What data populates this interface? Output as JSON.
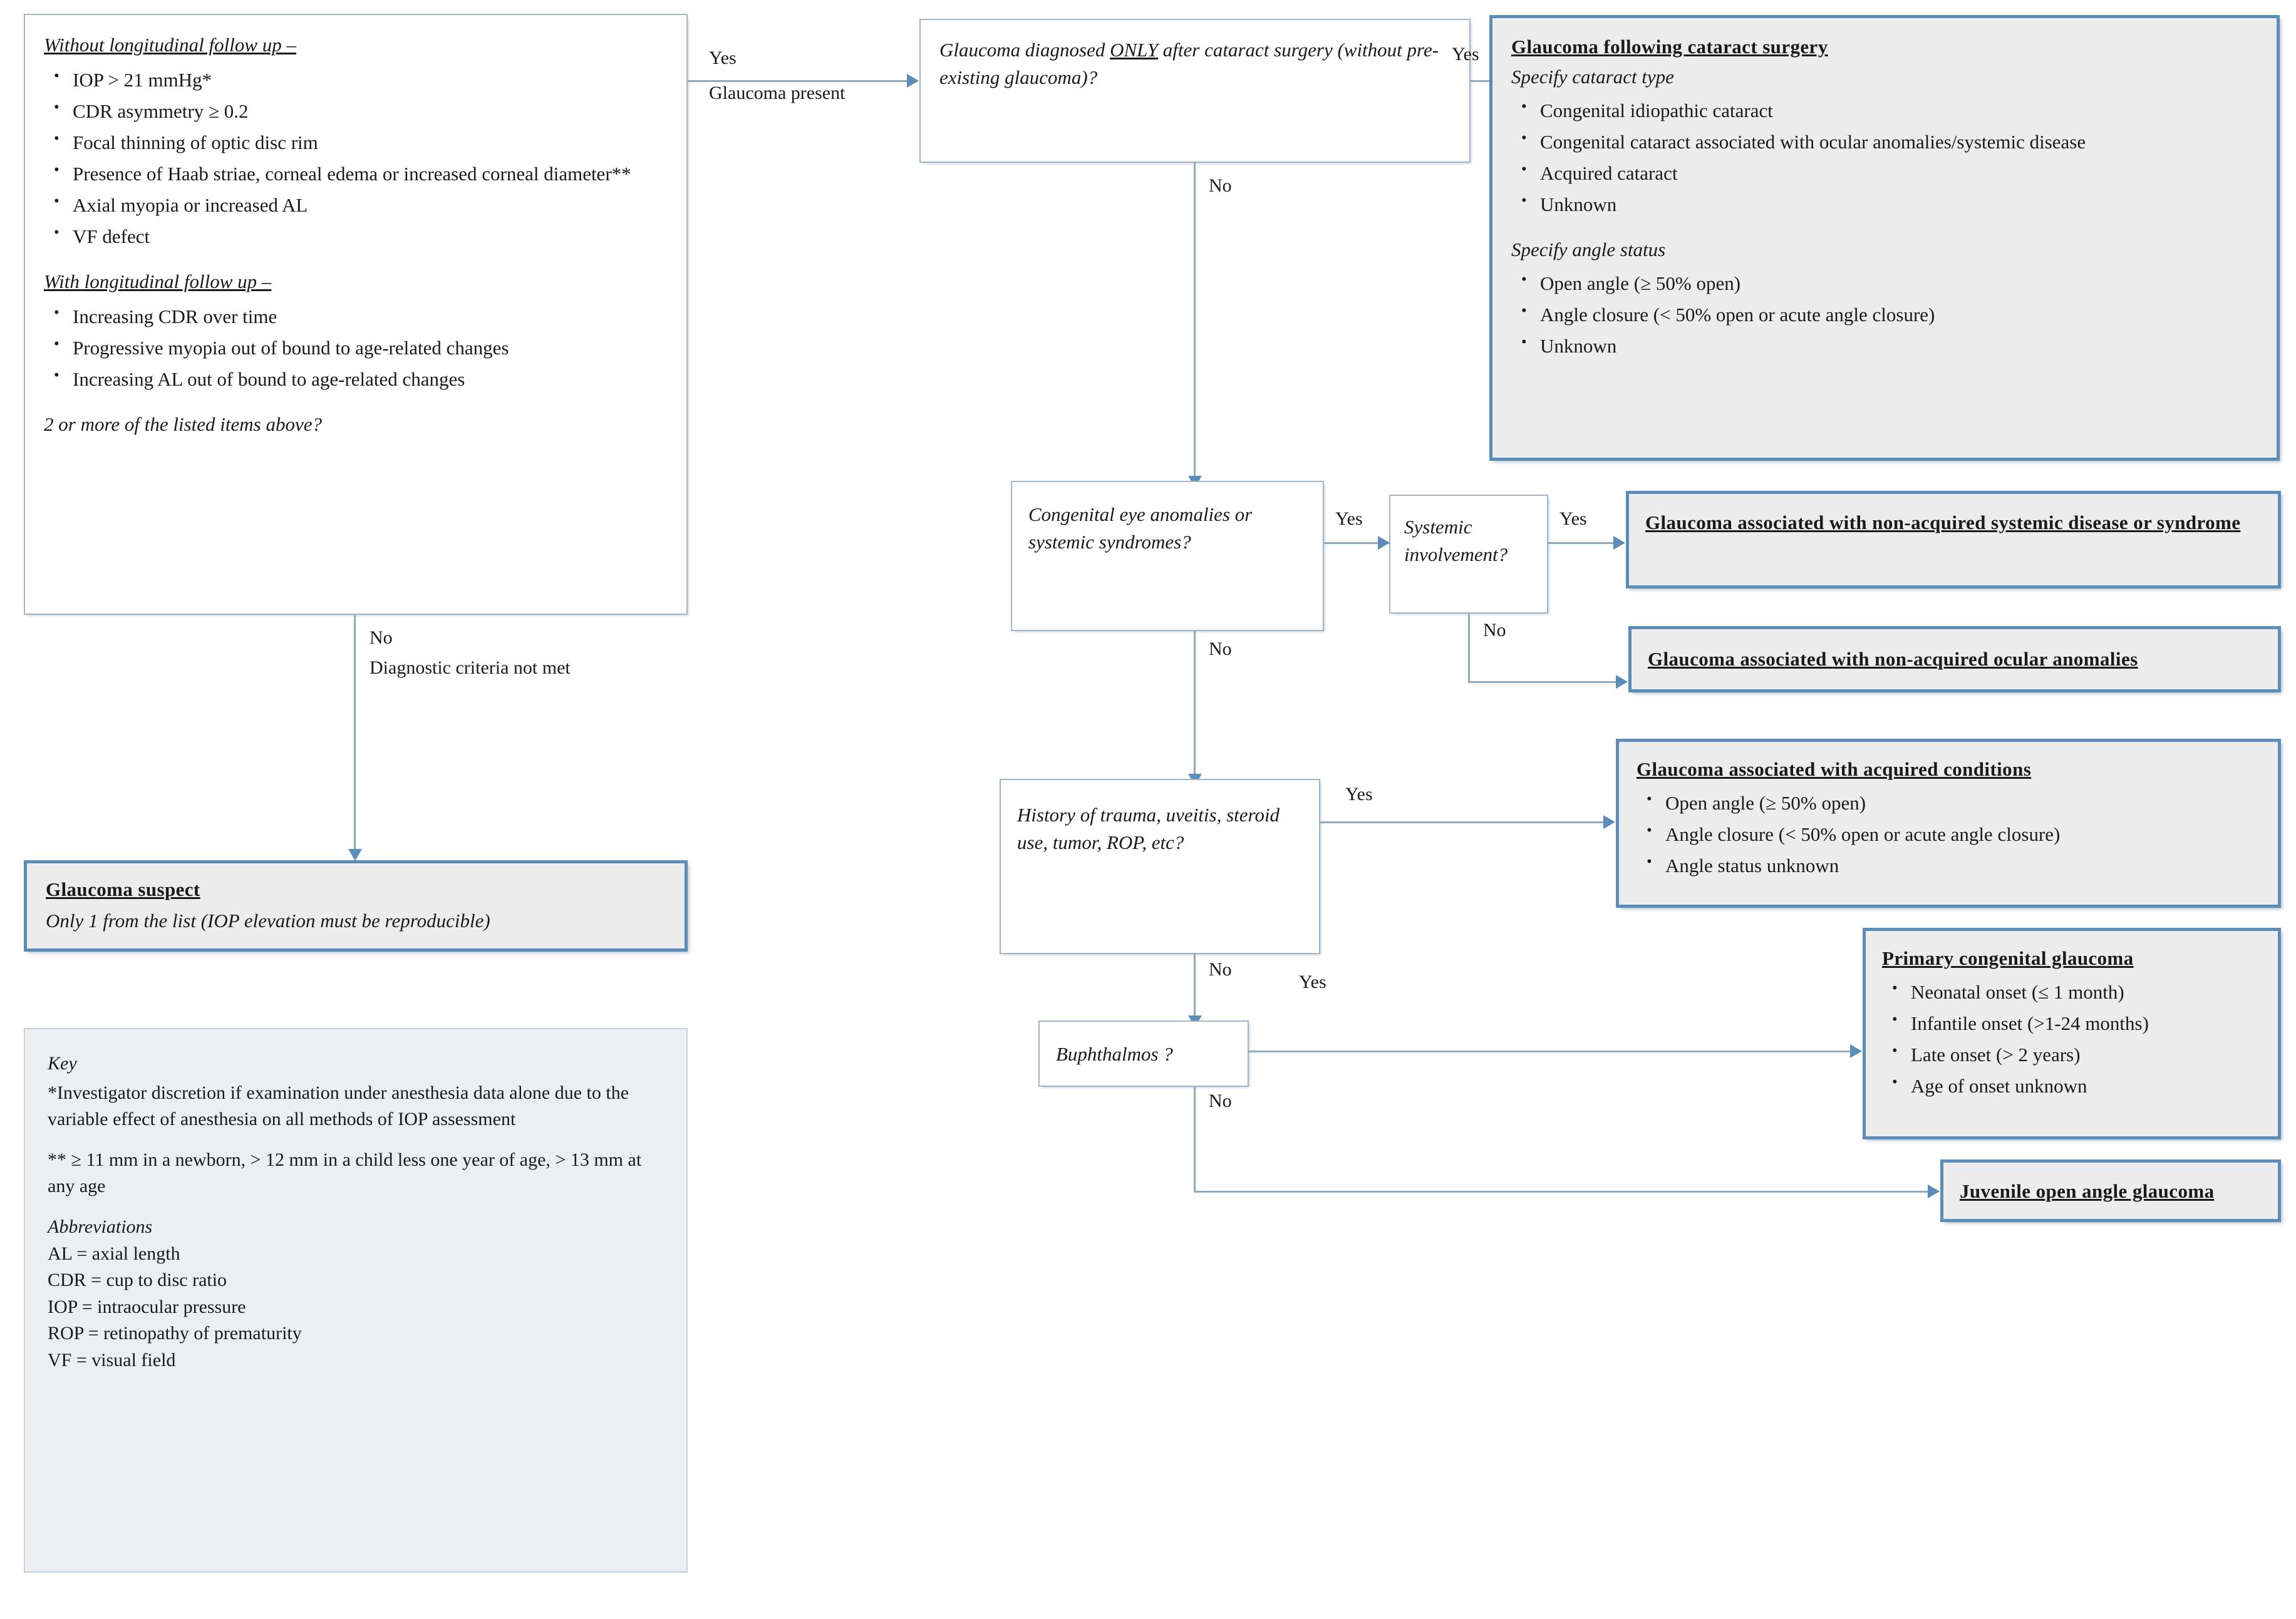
{
  "diagram": {
    "title": "Pediatric glaucoma diagnostic classification flowchart",
    "colors": {
      "outcome_border": "#5b8db8",
      "outcome_fill": "#ececec",
      "question_border": "#9fb6c8",
      "question_fill": "#ffffff",
      "connector": "#8fa9bd",
      "key_fill": "#eceef0"
    }
  },
  "criteria_box": {
    "section1_heading": "Without longitudinal follow up –",
    "section1_items": [
      "IOP > 21 mmHg*",
      "CDR asymmetry ≥ 0.2",
      "Focal thinning of optic disc rim",
      "Presence of Haab striae, corneal edema or increased corneal diameter**",
      "Axial myopia or increased AL",
      "VF defect"
    ],
    "section2_heading": "With longitudinal follow up –",
    "section2_items": [
      "Increasing CDR over time",
      "Progressive myopia out of bound to age-related changes",
      "Increasing AL out of bound to age-related changes"
    ],
    "question": "2 or more of the listed items above?"
  },
  "edges": {
    "yes": "Yes",
    "no": "No",
    "yes_glaucoma_present_line1": "Yes",
    "yes_glaucoma_present_line2": "Glaucoma present",
    "no_criteria_line1": "No",
    "no_criteria_line2": "Diagnostic criteria not met"
  },
  "glaucoma_suspect": {
    "heading": "Glaucoma suspect",
    "detail": "Only 1 from the list (IOP elevation must be reproducible)"
  },
  "cataract_question": {
    "text_before": "Glaucoma diagnosed ",
    "text_only": "ONLY",
    "text_after": " after cataract surgery (without pre-existing glaucoma)?"
  },
  "cataract_outcome": {
    "heading": "Glaucoma following cataract surgery",
    "sub1": "Specify cataract type",
    "items1": [
      "Congenital idiopathic cataract",
      "Congenital cataract associated with ocular anomalies/systemic disease",
      "Acquired cataract",
      "Unknown"
    ],
    "sub2": "Specify angle status",
    "items2": [
      "Open angle (≥ 50% open)",
      "Angle closure (< 50% open or acute angle closure)",
      "Unknown"
    ]
  },
  "congenital_question": {
    "text": "Congenital eye anomalies or systemic syndromes?"
  },
  "systemic_question": {
    "text": "Systemic involvement?"
  },
  "non_acquired_systemic": {
    "heading": "Glaucoma associated with non-acquired systemic disease or syndrome"
  },
  "non_acquired_ocular": {
    "heading": "Glaucoma associated with non-acquired ocular anomalies"
  },
  "trauma_question": {
    "text": "History of trauma, uveitis, steroid use, tumor, ROP, etc?"
  },
  "acquired_outcome": {
    "heading": "Glaucoma associated with acquired conditions",
    "items": [
      "Open angle (≥ 50% open)",
      "Angle closure (< 50% open or acute angle closure)",
      "Angle status unknown"
    ]
  },
  "buphthalmos_question": {
    "text": "Buphthalmos ?"
  },
  "primary_congenital": {
    "heading": "Primary congenital glaucoma",
    "items": [
      "Neonatal onset (≤ 1 month)",
      "Infantile onset (>1-24 months)",
      "Late onset (> 2 years)",
      "Age of onset unknown"
    ]
  },
  "juvenile_outcome": {
    "heading": "Juvenile open angle glaucoma"
  },
  "key_box": {
    "title": "Key",
    "note1": "*Investigator discretion if examination under anesthesia data alone due to the variable effect of anesthesia on all methods of IOP assessment",
    "note2": "** ≥ 11 mm in a newborn, > 12 mm in a child less one year of age, > 13 mm at any age",
    "abbrev_title": "Abbreviations",
    "abbreviations": [
      "AL = axial length",
      "CDR = cup to disc ratio",
      "IOP = intraocular pressure",
      "ROP = retinopathy of prematurity",
      "VF = visual field"
    ]
  }
}
